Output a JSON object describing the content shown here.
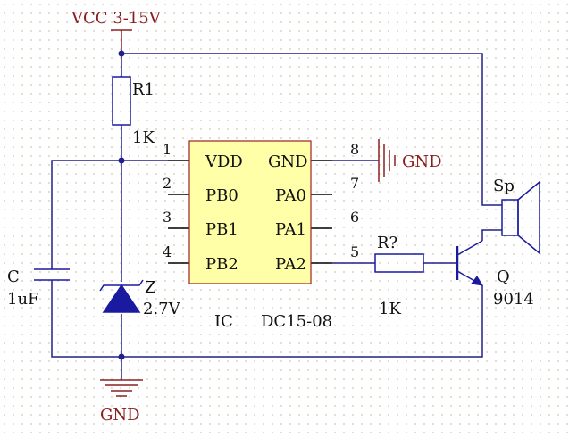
{
  "power": {
    "vcc_label": "VCC 3-15V",
    "gnd_label_bottom": "GND",
    "gnd_label_right": "GND"
  },
  "r1": {
    "ref": "R1",
    "value": "1K"
  },
  "capacitor": {
    "ref": "C",
    "value": "1uF"
  },
  "zener": {
    "ref": "Z",
    "value": "2.7V"
  },
  "ic": {
    "ref": "IC",
    "part": "DC15-08",
    "left_pins": [
      {
        "num": "1",
        "name": "VDD"
      },
      {
        "num": "2",
        "name": "PB0"
      },
      {
        "num": "3",
        "name": "PB1"
      },
      {
        "num": "4",
        "name": "PB2"
      }
    ],
    "right_pins": [
      {
        "num": "8",
        "name": "GND"
      },
      {
        "num": "7",
        "name": "PA0"
      },
      {
        "num": "6",
        "name": "PA1"
      },
      {
        "num": "5",
        "name": "PA2"
      }
    ]
  },
  "r2": {
    "ref": "R?",
    "value": "1K"
  },
  "transistor": {
    "ref": "Q",
    "value": "9014"
  },
  "speaker": {
    "ref": "Sp"
  },
  "colors": {
    "wire": "#20208a",
    "power": "#8b2020",
    "ic_fill": "#ffffa8",
    "ic_border": "#a02020",
    "zener": "#1a1aa0"
  }
}
